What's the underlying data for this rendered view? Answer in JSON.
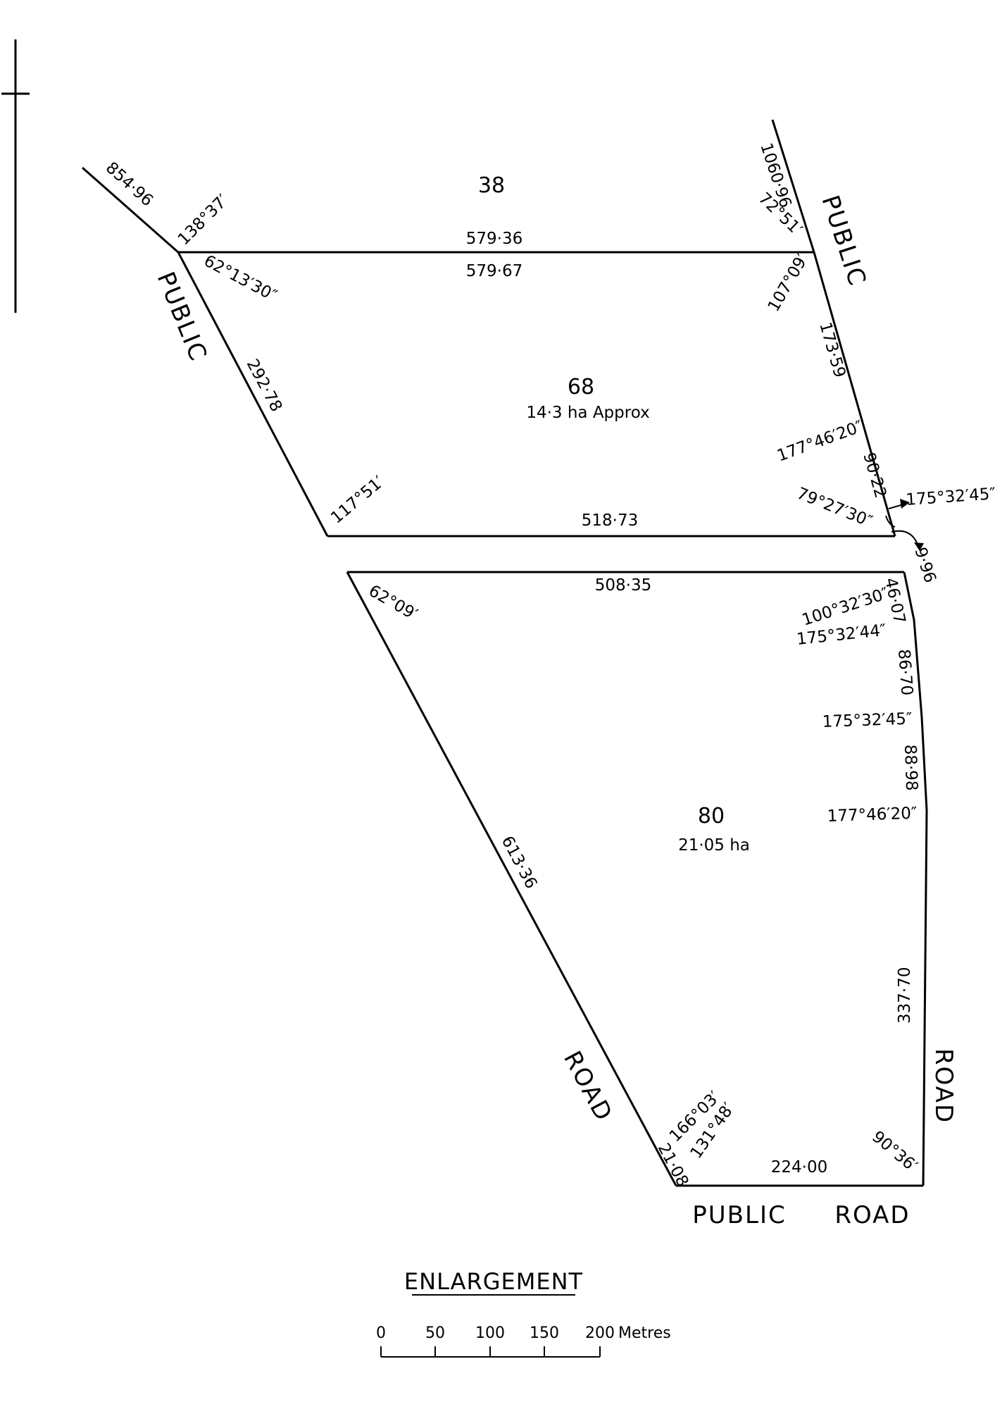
{
  "lots": {
    "lot_38": "38",
    "lot_68": "68",
    "lot_68_area": "14·3 ha Approx",
    "lot_80": "80",
    "lot_80_area": "21·05 ha"
  },
  "roads": {
    "public_left": "PUBLIC",
    "public_right": "PUBLIC",
    "road_diag": "ROAD",
    "road_right": "ROAD",
    "public_bottom": "PUBLIC",
    "road_bottom": "ROAD"
  },
  "distances": {
    "d_854_96": "854·96",
    "d_579_36": "579·36",
    "d_579_67": "579·67",
    "d_1060_96": "1060·96",
    "d_292_78": "292·78",
    "d_173_59": "173·59",
    "d_90_22": "90·22",
    "d_518_73": "518·73",
    "d_9_96": "9·96",
    "d_508_35": "508·35",
    "d_46_07": "46·07",
    "d_86_70": "86·70",
    "d_88_98": "88·98",
    "d_613_36": "613·36",
    "d_337_70": "337·70",
    "d_21_08": "21·08",
    "d_224_00": "224·00"
  },
  "angles": {
    "a_138_37": "138°37′",
    "a_62_13_30": "62°13′30″",
    "a_72_51": "72°51′",
    "a_107_09": "107°09′",
    "a_177_46_20_top": "177°46′20″",
    "a_175_32_45_top": "175°32′45″",
    "a_79_27_30": "79°27′30″",
    "a_117_51": "117°51′",
    "a_62_09": "62°09′",
    "a_100_32_30": "100°32′30″",
    "a_175_32_44": "175°32′44″",
    "a_175_32_45_mid": "175°32′45″",
    "a_177_46_20_low": "177°46′20″",
    "a_166_03": "166°03′",
    "a_131_48": "131°48′",
    "a_90_36": "90°36′"
  },
  "title": "ENLARGEMENT",
  "scale_bar": {
    "ticks": [
      "0",
      "50",
      "100",
      "150",
      "200"
    ],
    "unit": "Metres"
  }
}
